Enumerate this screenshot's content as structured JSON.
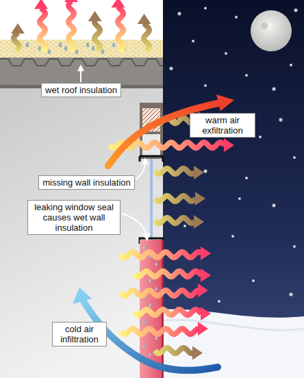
{
  "diagram": {
    "nodes": [
      {
        "text": [
          "wet roof insulation"
        ]
      },
      {
        "text": [
          "warm air exfiltration"
        ]
      },
      {
        "text": [
          "missing wall insulation"
        ]
      },
      {
        "text": [
          "leaking window seal causes wet wall insulation"
        ]
      },
      {
        "text": [
          "cold air infiltration"
        ]
      }
    ]
  }
}
